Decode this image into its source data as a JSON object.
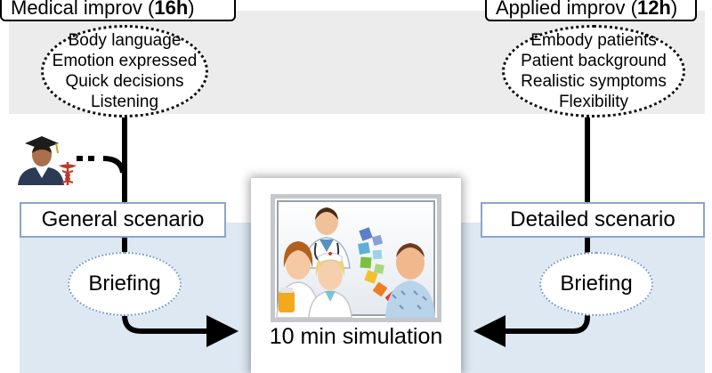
{
  "left_module": {
    "title_prefix": "Medical improv (",
    "title_hours": "16h",
    "title_suffix": ")",
    "skills": [
      "Body language",
      "Emotion expressed",
      "Quick decisions",
      "Listening"
    ],
    "scenario": "General scenario",
    "briefing": "Briefing"
  },
  "right_module": {
    "title_prefix": "Applied improv (",
    "title_hours": "12h",
    "title_suffix": ")",
    "skills": [
      "Embody patients",
      "Patient background",
      "Realistic symptoms",
      "Flexibility"
    ],
    "scenario": "Detailed scenario",
    "briefing": "Briefing"
  },
  "center": {
    "simulation_label": "10 min simulation"
  },
  "colors": {
    "top_band": "#ececec",
    "bottom_band": "#dde8f3",
    "scenario_border": "#8aa6c8",
    "briefing_border": "#7ea1cc"
  },
  "icons": [
    "student-icon",
    "caduceus-icon",
    "doctor-icon",
    "pharmacist-icon",
    "nurse-icon",
    "patient-icon",
    "color-palette-icon"
  ]
}
